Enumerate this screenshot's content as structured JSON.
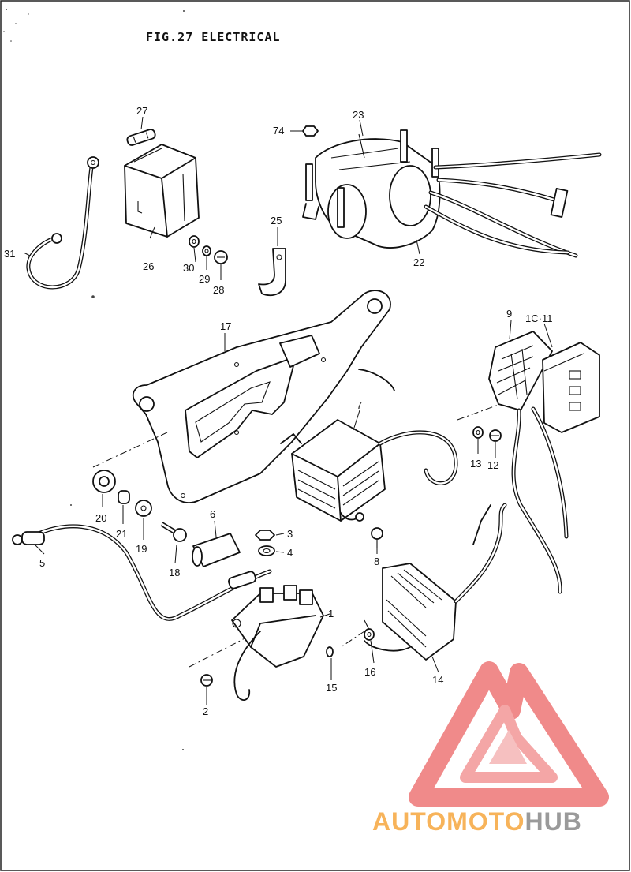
{
  "figure": {
    "title": "FIG.27  ELECTRICAL"
  },
  "parts": [
    {
      "ref": "1"
    },
    {
      "ref": "2"
    },
    {
      "ref": "3"
    },
    {
      "ref": "4"
    },
    {
      "ref": "5"
    },
    {
      "ref": "6"
    },
    {
      "ref": "7"
    },
    {
      "ref": "8"
    },
    {
      "ref": "9"
    },
    {
      "ref": "1C·11"
    },
    {
      "ref": "12"
    },
    {
      "ref": "13"
    },
    {
      "ref": "14"
    },
    {
      "ref": "15"
    },
    {
      "ref": "16"
    },
    {
      "ref": "17"
    },
    {
      "ref": "18"
    },
    {
      "ref": "19"
    },
    {
      "ref": "20"
    },
    {
      "ref": "21"
    },
    {
      "ref": "22"
    },
    {
      "ref": "23"
    },
    {
      "ref": "25"
    },
    {
      "ref": "26"
    },
    {
      "ref": "27"
    },
    {
      "ref": "28"
    },
    {
      "ref": "29"
    },
    {
      "ref": "30"
    },
    {
      "ref": "31"
    },
    {
      "ref": "74"
    }
  ],
  "watermark": {
    "brand_part1": "AUTOMOTO",
    "brand_part2": "HUB",
    "color_primary": "#f08a8a",
    "color_secondary": "#f7b35a",
    "color_tertiary": "#9a9a9a"
  }
}
